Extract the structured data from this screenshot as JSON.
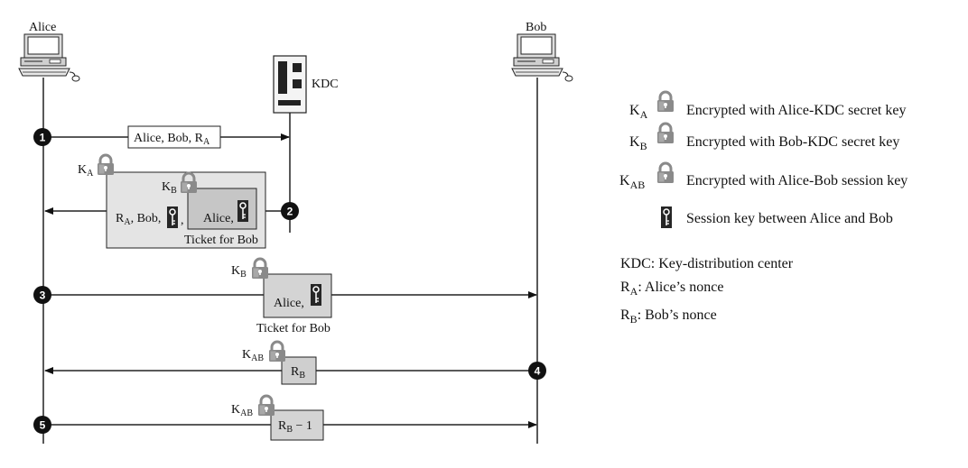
{
  "actors": {
    "alice": "Alice",
    "bob": "Bob",
    "kdc": "KDC"
  },
  "steps": [
    "1",
    "2",
    "3",
    "4",
    "5"
  ],
  "messages": {
    "m1_text": "Alice, Bob, R",
    "m1_sub": "A",
    "m2_outer_key": "K",
    "m2_outer_key_sub": "A",
    "m2_inner_key": "K",
    "m2_inner_key_sub": "B",
    "m2_ra": "R",
    "m2_ra_sub": "A",
    "m2_rest": ", Bob,",
    "m2_comma": ",",
    "m2_ticket_text": "Alice,",
    "m2_caption": "Ticket for Bob",
    "m3_key": "K",
    "m3_key_sub": "B",
    "m3_text": "Alice,",
    "m3_caption": "Ticket for Bob",
    "m4_key": "K",
    "m4_key_sub": "AB",
    "m4_text": "R",
    "m4_sub": "B",
    "m5_key": "K",
    "m5_key_sub": "AB",
    "m5_text": "R",
    "m5_sub": "B",
    "m5_suffix": " − 1"
  },
  "legend": {
    "items": [
      {
        "key": "K",
        "sub": "A",
        "text": "Encrypted with Alice-KDC secret key"
      },
      {
        "key": "K",
        "sub": "B",
        "text": "Encrypted with Bob-KDC secret key"
      },
      {
        "key": "K",
        "sub": "AB",
        "text": "Encrypted with Alice-Bob session key"
      },
      {
        "key": "",
        "sub": "",
        "text": "Session key between Alice and Bob"
      }
    ],
    "notes": [
      {
        "main": "KDC: Key-distribution center",
        "sub": "",
        "rest": ""
      },
      {
        "main": "R",
        "sub": "A",
        "rest": ": Alice’s nonce"
      },
      {
        "main": "R",
        "sub": "B",
        "rest": ": Bob’s nonce"
      }
    ]
  },
  "colors": {
    "box_fill": "#e4e4e4",
    "inner_box_fill": "#c6c6c6",
    "lock": "#8a8a8a",
    "circle": "#111111"
  }
}
